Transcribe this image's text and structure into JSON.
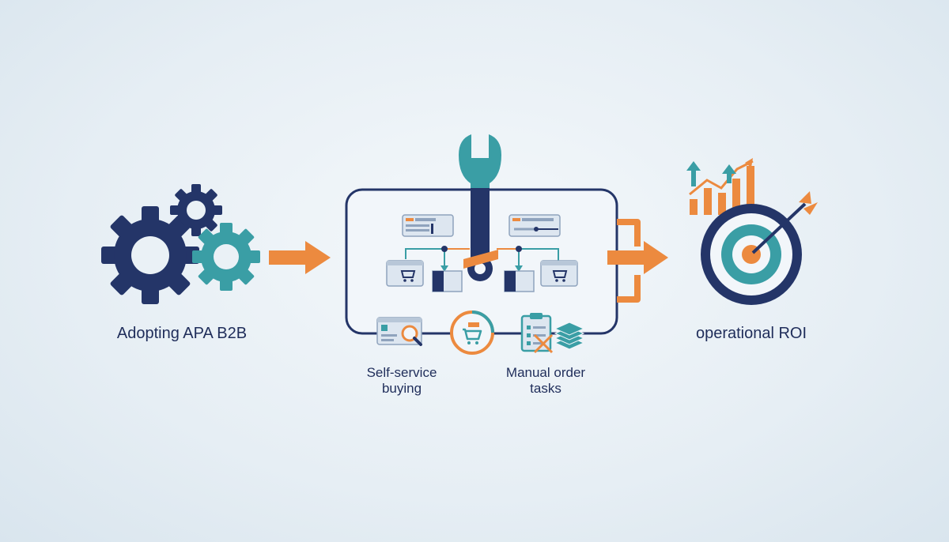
{
  "labels": {
    "start": "Adopting APA B2B",
    "self_service": "Self-service\nbuying",
    "manual_tasks": "Manual order\ntasks",
    "end": "operational ROI"
  },
  "icons": {
    "start": "gears-icon",
    "center": "wrench-icon",
    "self_service": "search-browser-icon",
    "cart": "shopping-cart-icon",
    "manual_tasks": "clipboard-checklist-icon",
    "end_chart": "growth-bar-chart-icon",
    "end_target": "target-arrow-icon"
  },
  "colors": {
    "navy": "#243568",
    "teal": "#3a9ea5",
    "orange": "#ec8a3f",
    "light_panel": "#dde6f0"
  }
}
